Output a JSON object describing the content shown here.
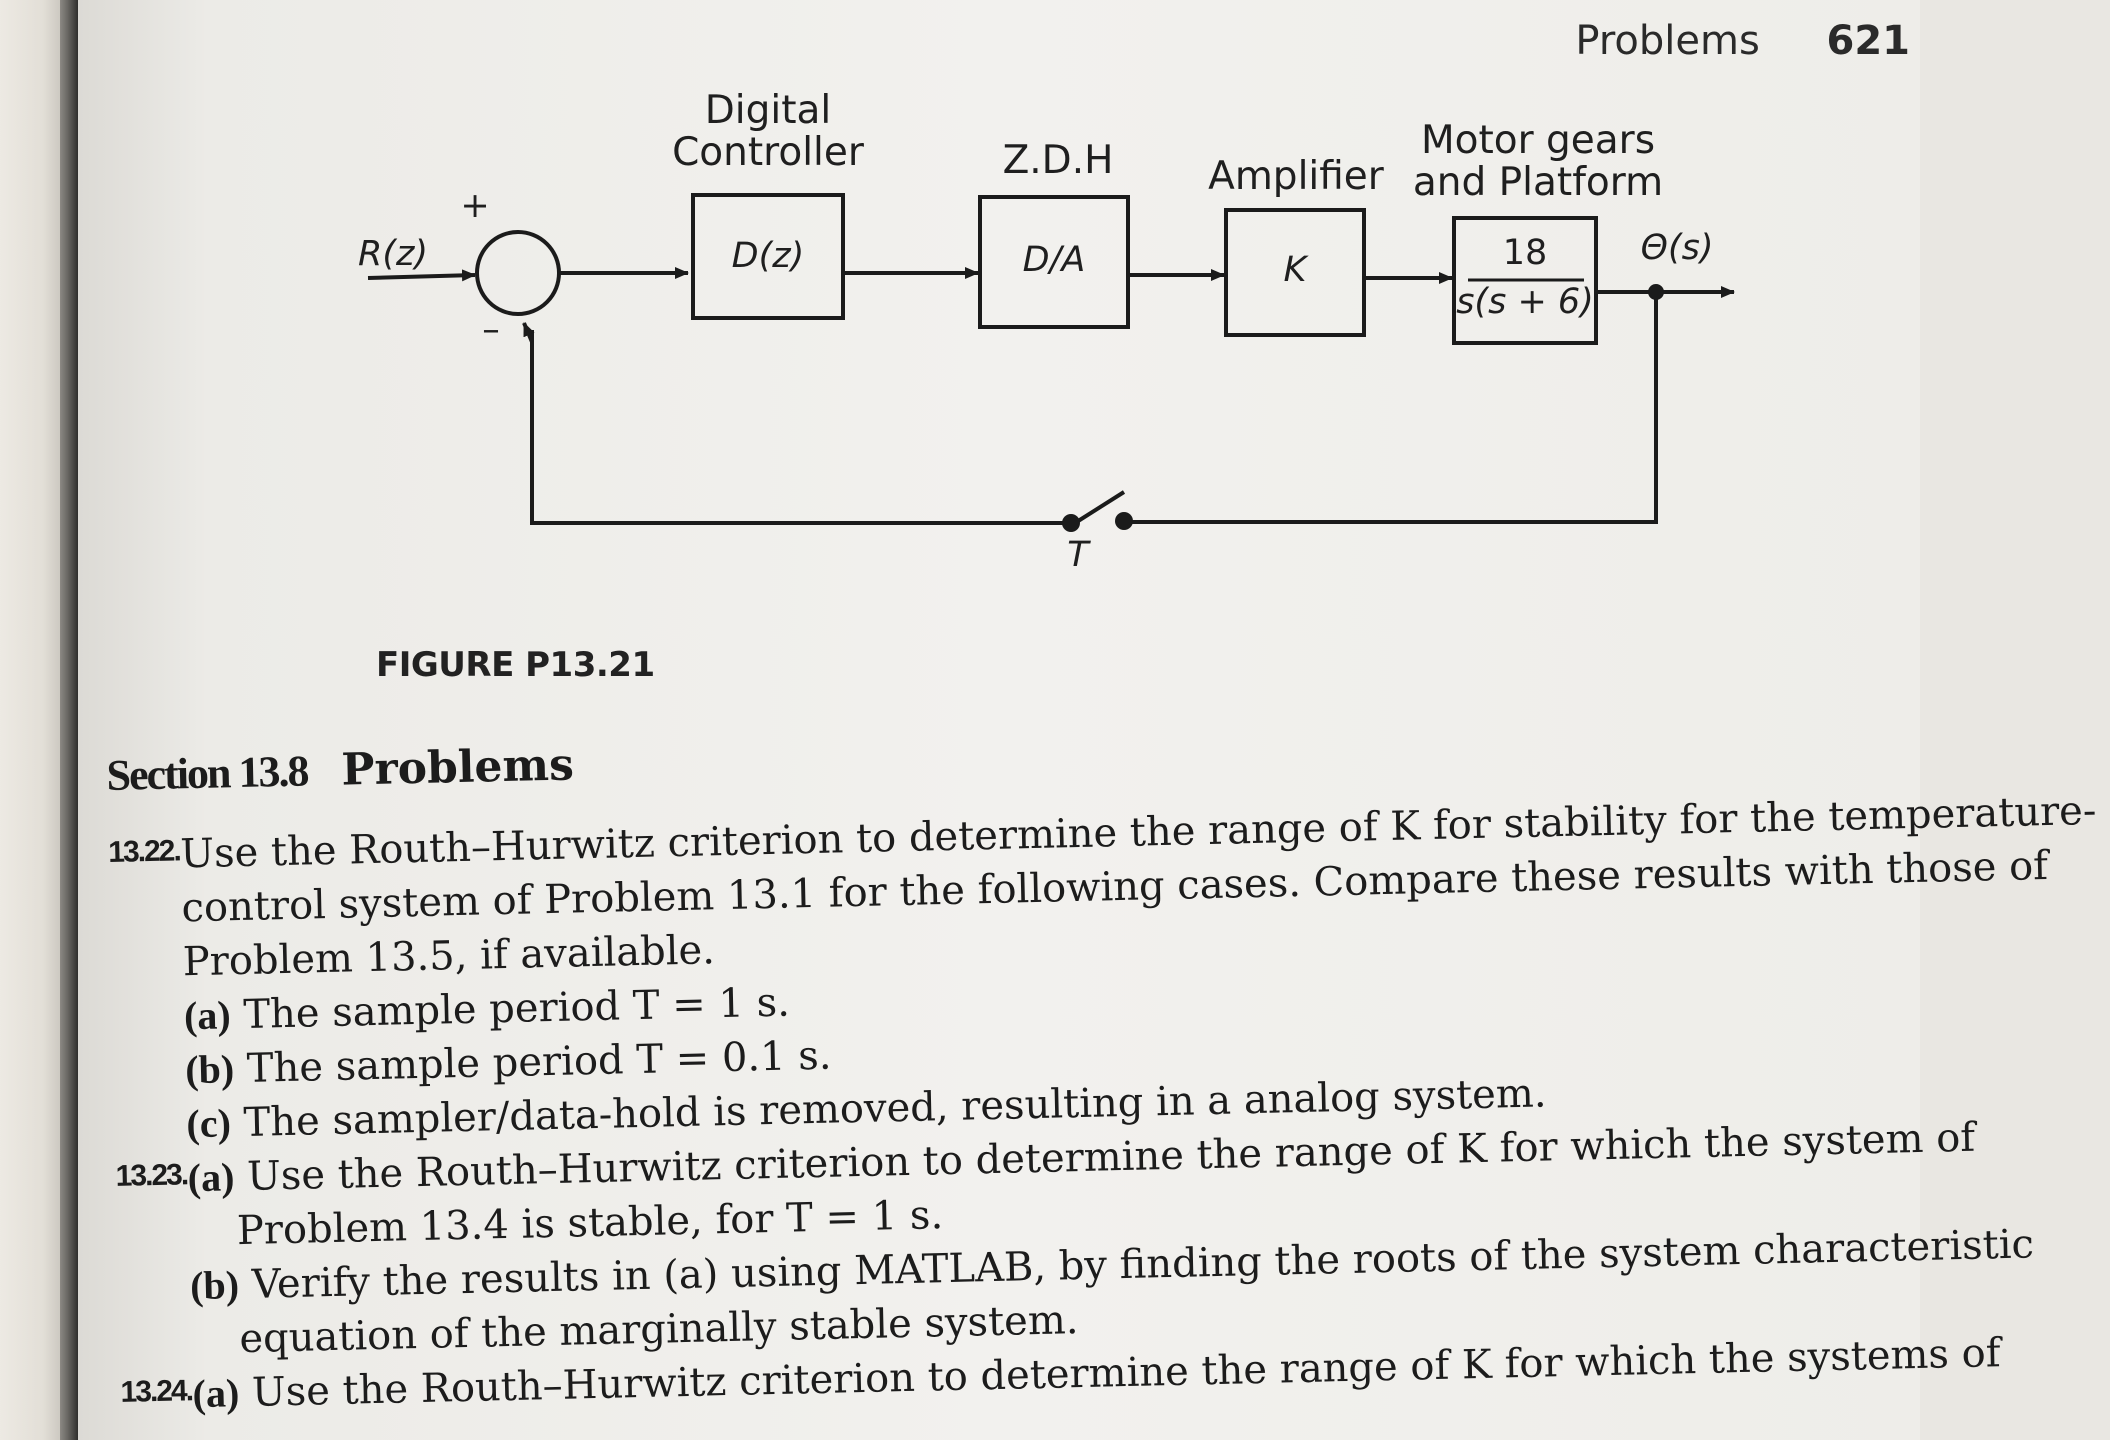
{
  "page": {
    "running_head": "Problems",
    "page_number": "621"
  },
  "figure": {
    "caption": "FIGURE P13.21",
    "input_label": "R(z)",
    "output_label": "Θ(s)",
    "sum_plus": "+",
    "sum_minus": "–",
    "blocks": [
      {
        "title_line1": "Digital",
        "title_line2": "Controller",
        "content": "D(z)"
      },
      {
        "title_line1": "Z.D.H",
        "title_line2": "",
        "content": "D/A"
      },
      {
        "title_line1": "Amplifier",
        "title_line2": "",
        "content": "K"
      },
      {
        "title_line1": "Motor gears",
        "title_line2": "and Platform",
        "numerator": "18",
        "denominator": "s(s + 6)"
      }
    ],
    "sampler_label": "T"
  },
  "section": {
    "number": "Section 13.8",
    "title": "Problems"
  },
  "problems": [
    {
      "number": "13.22.",
      "lines": [
        "Use the Routh–Hurwitz criterion to determine the range of K for stability for the temperature-",
        "control system of Problem 13.1 for the following cases. Compare these results with those of",
        "Problem 13.5, if available."
      ],
      "parts": [
        {
          "letter": "(a)",
          "text": "The sample period T = 1 s."
        },
        {
          "letter": "(b)",
          "text": "The sample period T = 0.1 s."
        },
        {
          "letter": "(c)",
          "text": "The sampler/data-hold is removed, resulting in a analog system."
        }
      ]
    },
    {
      "number": "13.23.",
      "parts": [
        {
          "letter": "(a)",
          "text": "Use the Routh–Hurwitz criterion to determine the range of K for which the system of",
          "cont": "Problem 13.4 is stable, for T = 1 s."
        },
        {
          "letter": "(b)",
          "text": "Verify the results in (a) using MATLAB, by finding the roots of the system characteristic",
          "cont": "equation of the marginally stable system."
        }
      ]
    },
    {
      "number": "13.24.",
      "parts": [
        {
          "letter": "(a)",
          "text": "Use the Routh–Hurwitz criterion to determine the range of K for which the systems of"
        }
      ]
    }
  ]
}
